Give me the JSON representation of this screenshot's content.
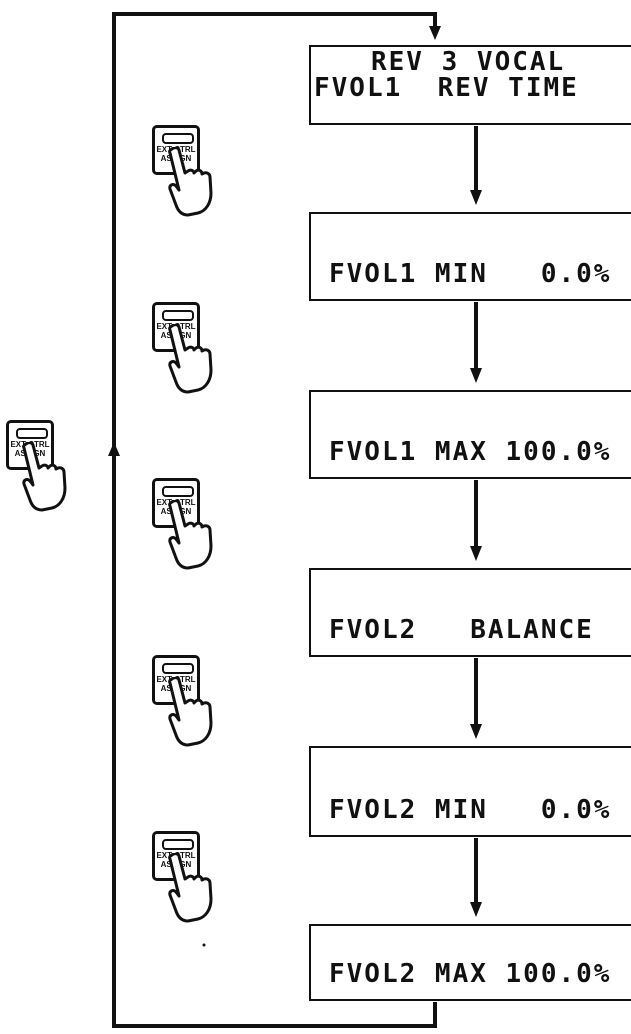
{
  "key": {
    "label_line1": "EXT CTRL",
    "label_line2": "ASSIGN"
  },
  "displays": [
    {
      "line1": "REV 3 VOCAL",
      "line2": "FVOL1  REV TIME"
    },
    {
      "text": "FVOL1 MIN   0.0%"
    },
    {
      "text": "FVOL1 MAX 100.0%"
    },
    {
      "text": "FVOL2   BALANCE"
    },
    {
      "text": "FVOL2 MIN   0.0%"
    },
    {
      "text": "FVOL2 MAX 100.0%"
    }
  ]
}
